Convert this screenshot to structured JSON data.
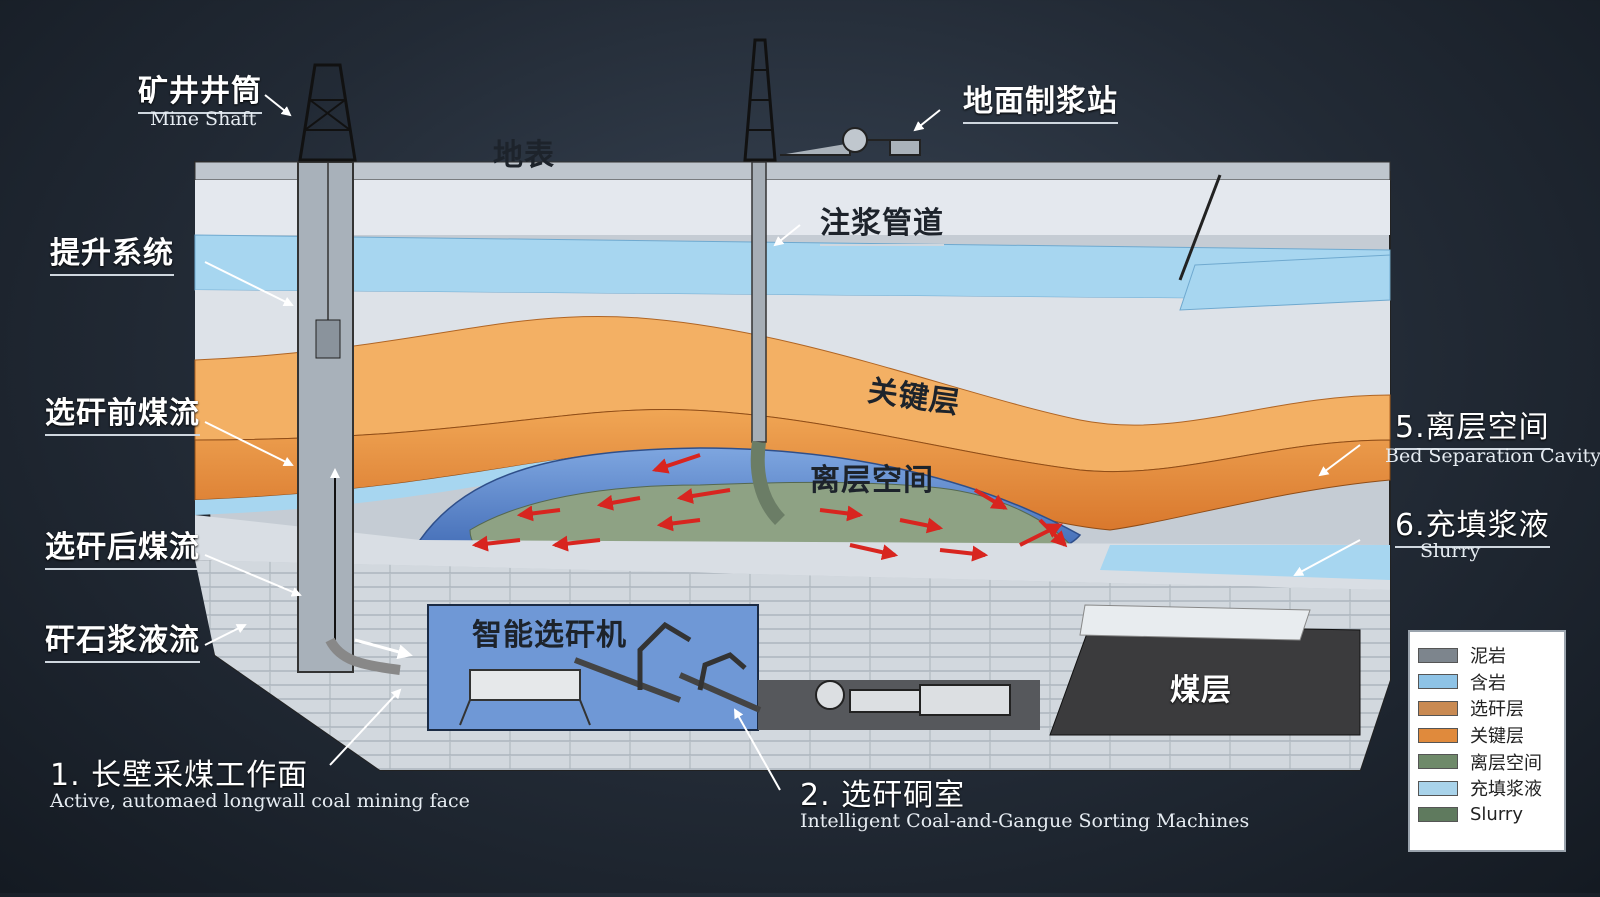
{
  "labels": {
    "mine_shaft_cn": "矿井井筒",
    "mine_shaft_en": "Mine Shaft",
    "surface": "地表",
    "slurry_station": "地面制浆站",
    "injection_pipe": "注浆管道",
    "hoist_system": "提升系统",
    "pre_sort_flow": "选矸前煤流",
    "post_sort_flow": "选矸后煤流",
    "gangue_slurry_flow": "矸石浆液流",
    "key_layer": "关键层",
    "separation_space": "离层空间",
    "sorter": "智能选矸机",
    "coal_seam": "煤层",
    "item5_cn": "5.离层空间",
    "item5_en": "Bed Separation Cavity",
    "item6_cn": "6.充填浆液",
    "item6_en": "Slurry",
    "item1_cn": "1. 长壁采煤工作面",
    "item1_en": "Active, automaed longwall coal mining face",
    "item2_cn": "2. 选矸硐室",
    "item2_en": "Intelligent Coal-and-Gangue Sorting Machines"
  },
  "legend": [
    {
      "label": "泥岩",
      "color": "#7d858d"
    },
    {
      "label": "含岩",
      "color": "#8ec3e6"
    },
    {
      "label": "选矸层",
      "color": "#c98a52"
    },
    {
      "label": "关键层",
      "color": "#e08a3c"
    },
    {
      "label": "离层空间",
      "color": "#6f8a6a"
    },
    {
      "label": "充填浆液",
      "color": "#a9d3ea"
    },
    {
      "label": "Slurry",
      "color": "#5f7a5e"
    }
  ],
  "colors": {
    "mudstone": "#c9d0d8",
    "aquifer": "#9fd0ee",
    "key_layer": "#e0913f",
    "cavity": "#5c86c8",
    "slurry": "#8fa088",
    "coal": "#3a3a3c",
    "arrow": "#d8251f"
  }
}
